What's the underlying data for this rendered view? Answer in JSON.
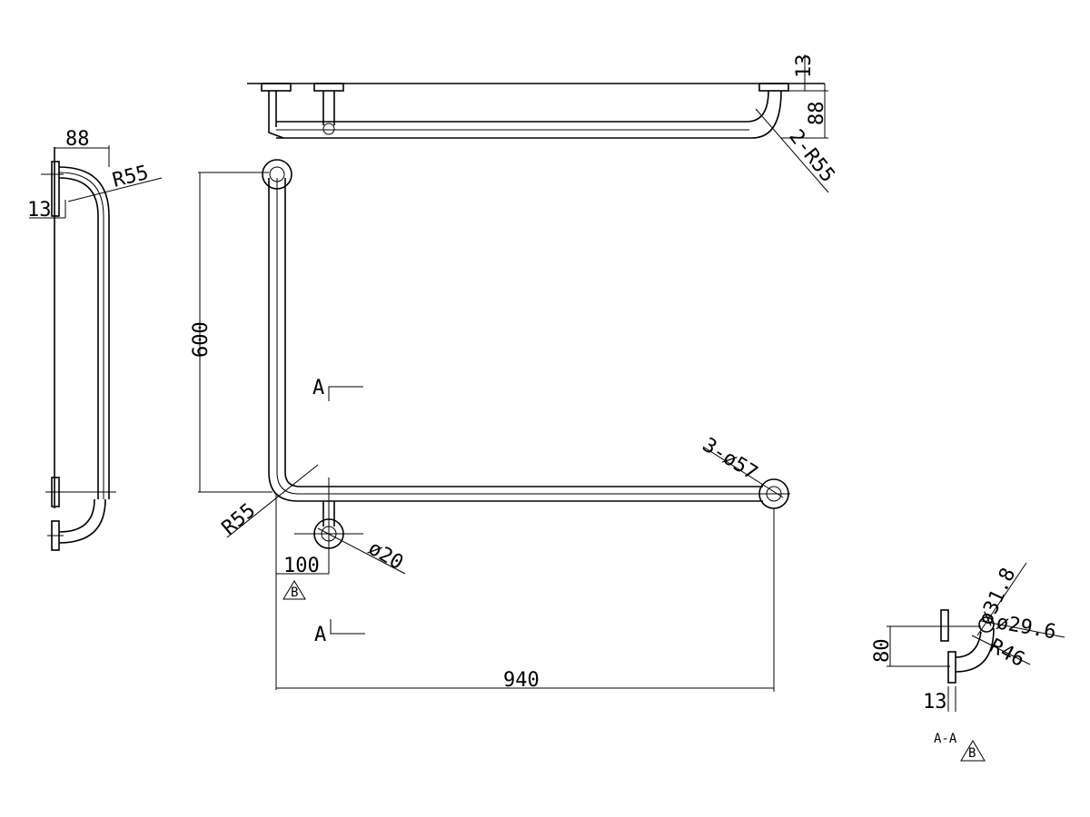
{
  "dimensions": {
    "side_width": "88",
    "side_radius": "R55",
    "side_flange": "13",
    "top_height": "88",
    "top_flange": "13",
    "top_radius": "2-R55",
    "front_height": "600",
    "front_radius": "R55",
    "front_offset": "100",
    "front_width": "940",
    "front_mount_holes": "3-ø57",
    "front_tube_dia": "ø20",
    "section_height": "80",
    "section_flange": "13",
    "section_outer_dia": "ø31.8",
    "section_inner_dia": "ø29.6",
    "section_radius": "R46"
  },
  "labels": {
    "section_mark_upper": "A",
    "section_mark_lower": "A",
    "section_title": "A-A",
    "detail_ref_front": "B",
    "detail_ref_section": "B"
  }
}
